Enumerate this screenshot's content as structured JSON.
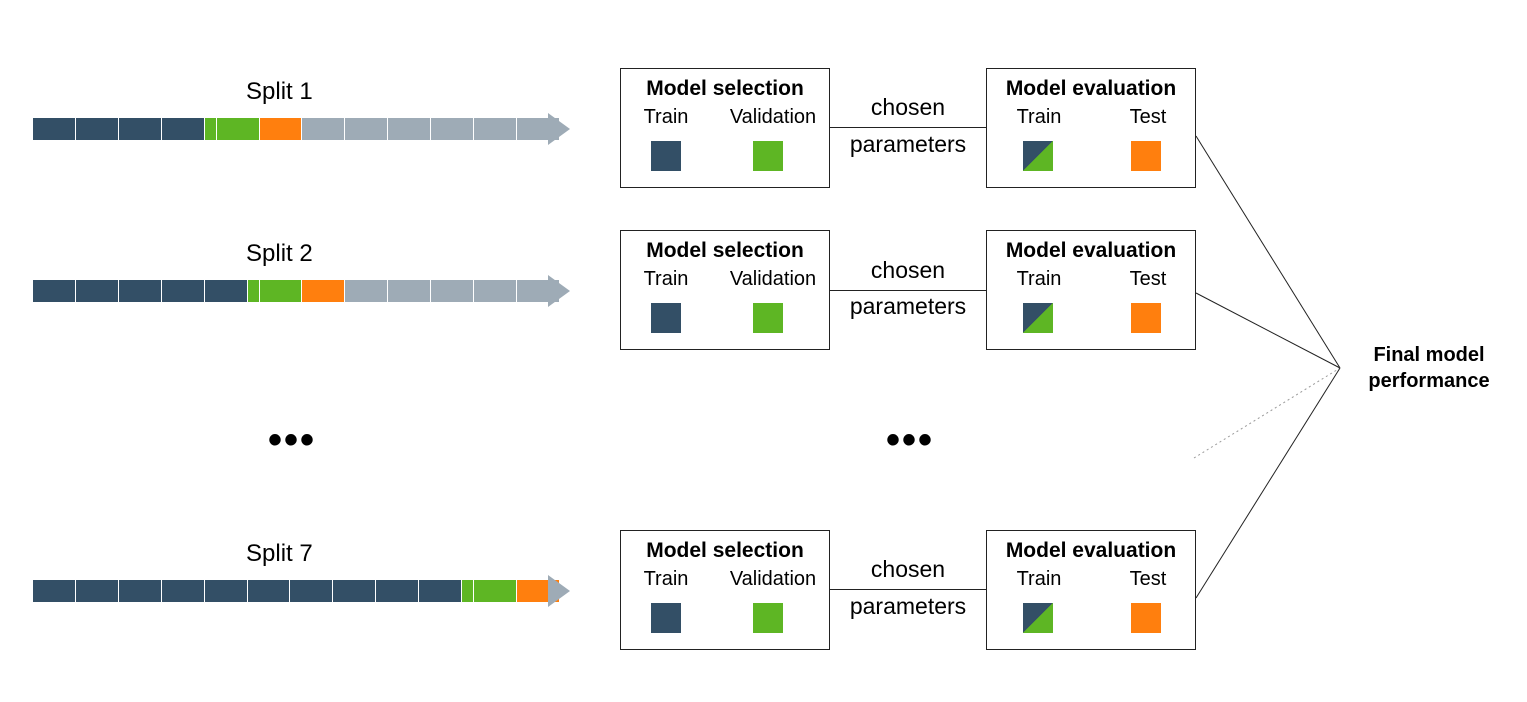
{
  "colors": {
    "train": "#334f66",
    "validation": "#5eb624",
    "test": "#ff7f0e",
    "unused": "#9eabb6",
    "line": "#222222"
  },
  "rows": [
    {
      "split_label": "Split 1",
      "segments": [
        "train",
        "train",
        "train",
        "train",
        "validation",
        "validation",
        "test",
        "unused",
        "unused",
        "unused",
        "unused",
        "unused",
        "unused"
      ],
      "selection": {
        "title": "Model selection",
        "col1": "Train",
        "col2": "Validation"
      },
      "connector": {
        "top": "chosen",
        "bottom": "parameters"
      },
      "evaluation": {
        "title": "Model evaluation",
        "col1": "Train",
        "col2": "Test"
      }
    },
    {
      "split_label": "Split 2",
      "segments": [
        "train",
        "train",
        "train",
        "train",
        "train",
        "validation",
        "validation",
        "test",
        "unused",
        "unused",
        "unused",
        "unused",
        "unused"
      ],
      "selection": {
        "title": "Model selection",
        "col1": "Train",
        "col2": "Validation"
      },
      "connector": {
        "top": "chosen",
        "bottom": "parameters"
      },
      "evaluation": {
        "title": "Model evaluation",
        "col1": "Train",
        "col2": "Test"
      }
    },
    {
      "split_label": "Split 7",
      "segments": [
        "train",
        "train",
        "train",
        "train",
        "train",
        "train",
        "train",
        "train",
        "train",
        "train",
        "validation",
        "validation",
        "test"
      ],
      "selection": {
        "title": "Model selection",
        "col1": "Train",
        "col2": "Validation"
      },
      "connector": {
        "top": "chosen",
        "bottom": "parameters"
      },
      "evaluation": {
        "title": "Model evaluation",
        "col1": "Train",
        "col2": "Test"
      }
    }
  ],
  "ellipsis": "•••",
  "final_label": "Final model performance"
}
